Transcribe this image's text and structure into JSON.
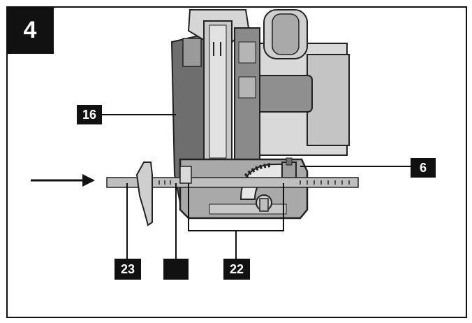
{
  "figure": {
    "number": "4",
    "callouts": {
      "c16": "16",
      "c6": "6",
      "c23": "23",
      "c_unlabeled": "",
      "c22": "22"
    }
  },
  "colors": {
    "ink": "#111111",
    "body_gray": "#b9b9b9",
    "dark_gray": "#6e6e6e",
    "light_gray": "#dcdcdc"
  }
}
